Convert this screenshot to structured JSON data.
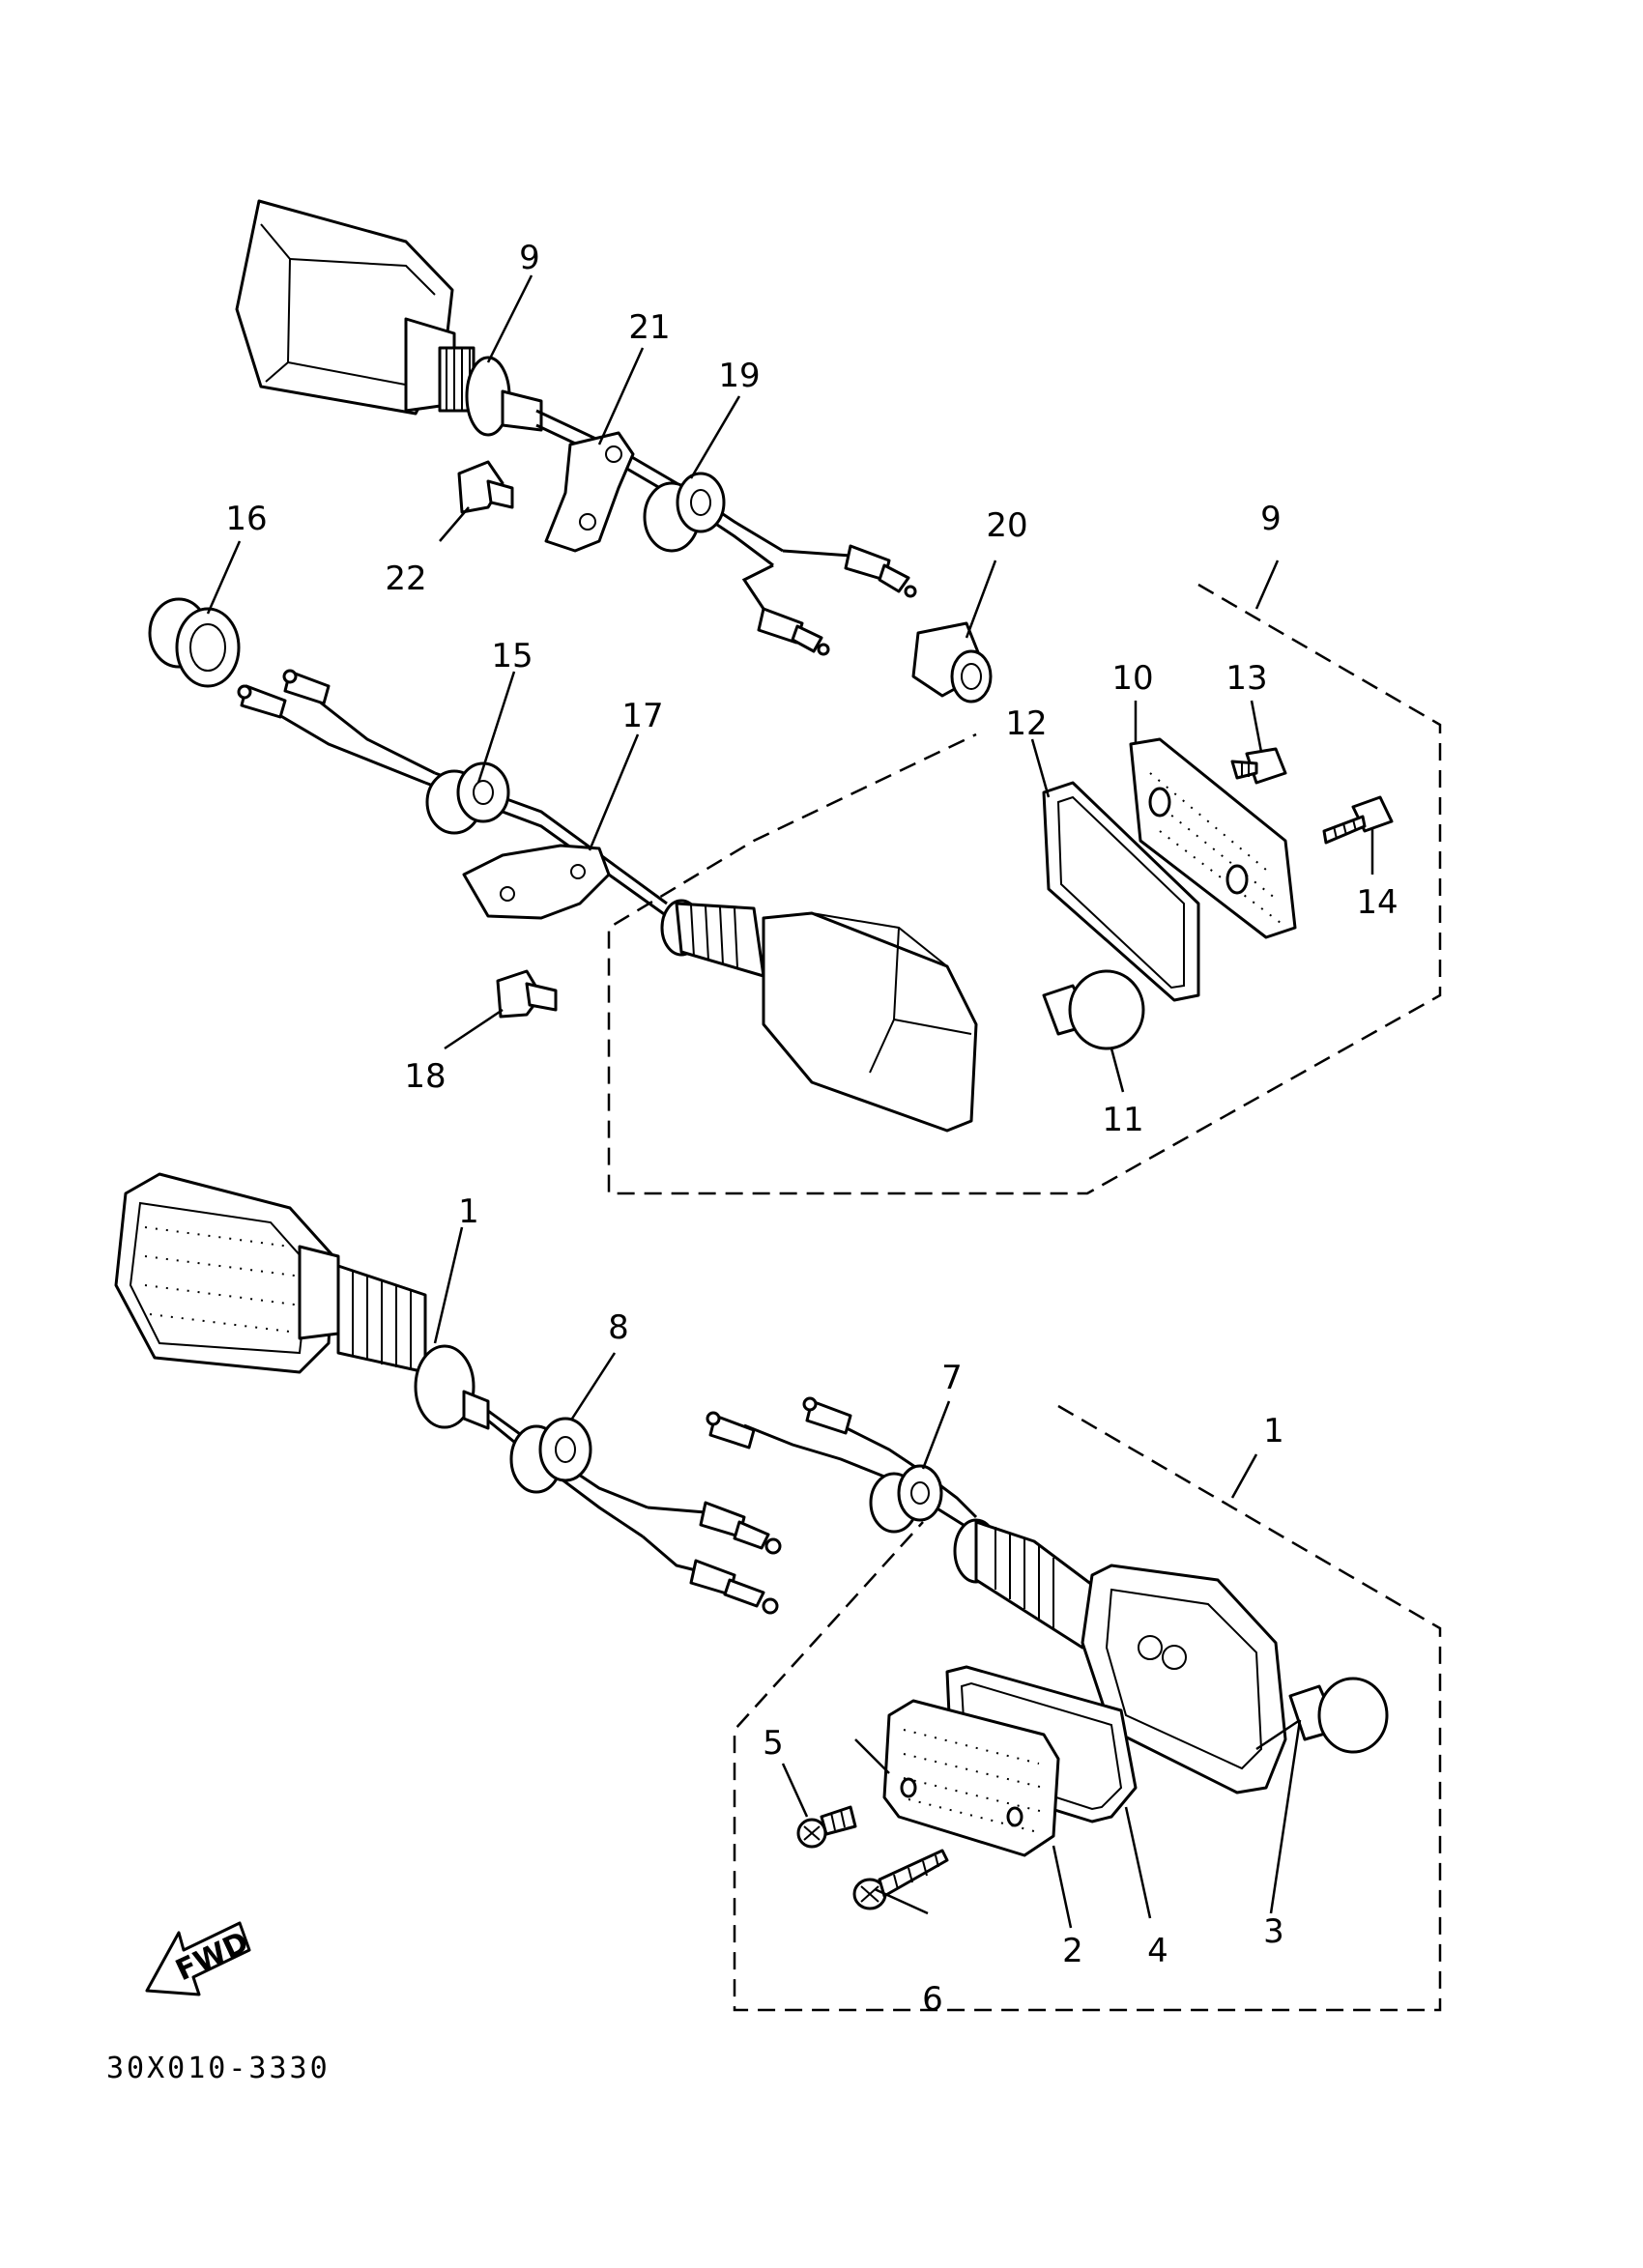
{
  "drawing_code": "30X010-3330",
  "direction_label": "FWD",
  "callouts": [
    {
      "id": "c-9a",
      "text": "9"
    },
    {
      "id": "c-21",
      "text": "21"
    },
    {
      "id": "c-19",
      "text": "19"
    },
    {
      "id": "c-22",
      "text": "22"
    },
    {
      "id": "c-16",
      "text": "16"
    },
    {
      "id": "c-20",
      "text": "20"
    },
    {
      "id": "c-9b",
      "text": "9"
    },
    {
      "id": "c-15",
      "text": "15"
    },
    {
      "id": "c-17",
      "text": "17"
    },
    {
      "id": "c-10",
      "text": "10"
    },
    {
      "id": "c-13",
      "text": "13"
    },
    {
      "id": "c-12",
      "text": "12"
    },
    {
      "id": "c-14",
      "text": "14"
    },
    {
      "id": "c-18",
      "text": "18"
    },
    {
      "id": "c-11",
      "text": "11"
    },
    {
      "id": "c-1a",
      "text": "1"
    },
    {
      "id": "c-8",
      "text": "8"
    },
    {
      "id": "c-7",
      "text": "7"
    },
    {
      "id": "c-1b",
      "text": "1"
    },
    {
      "id": "c-5",
      "text": "5"
    },
    {
      "id": "c-6",
      "text": "6"
    },
    {
      "id": "c-2",
      "text": "2"
    },
    {
      "id": "c-4",
      "text": "4"
    },
    {
      "id": "c-3",
      "text": "3"
    }
  ]
}
